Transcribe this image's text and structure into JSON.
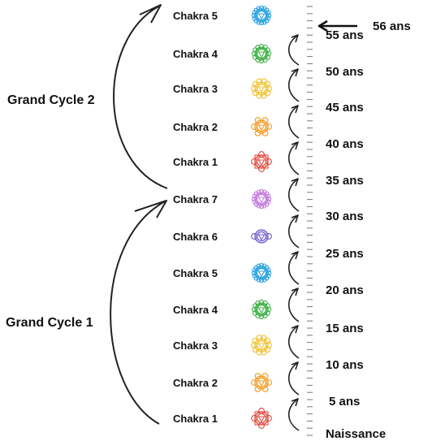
{
  "cycles": [
    {
      "label": "Grand Cycle 2"
    },
    {
      "label": "Grand Cycle 1"
    }
  ],
  "chakras": [
    {
      "label": "Chakra 5",
      "color": "#29a3e0",
      "icon": "throat-chakra-icon"
    },
    {
      "label": "Chakra 4",
      "color": "#3cb043",
      "icon": "heart-chakra-icon"
    },
    {
      "label": "Chakra 3",
      "color": "#f2c230",
      "icon": "solar-plexus-chakra-icon"
    },
    {
      "label": "Chakra 2",
      "color": "#f29a1f",
      "icon": "sacral-chakra-icon"
    },
    {
      "label": "Chakra 1",
      "color": "#e5483f",
      "icon": "root-chakra-icon"
    },
    {
      "label": "Chakra 7",
      "color": "#c77fe0",
      "icon": "crown-chakra-icon"
    },
    {
      "label": "Chakra 6",
      "color": "#6a5acd",
      "icon": "third-eye-chakra-icon"
    },
    {
      "label": "Chakra 5",
      "color": "#29a3e0",
      "icon": "throat-chakra-icon"
    },
    {
      "label": "Chakra 4",
      "color": "#3cb043",
      "icon": "heart-chakra-icon"
    },
    {
      "label": "Chakra 3",
      "color": "#f2c230",
      "icon": "solar-plexus-chakra-icon"
    },
    {
      "label": "Chakra 2",
      "color": "#f29a1f",
      "icon": "sacral-chakra-icon"
    },
    {
      "label": "Chakra 1",
      "color": "#e5483f",
      "icon": "root-chakra-icon"
    }
  ],
  "ages": [
    "55 ans",
    "50 ans",
    "45 ans",
    "40 ans",
    "35 ans",
    "30 ans",
    "25 ans",
    "20 ans",
    "15 ans",
    "10 ans",
    "5 ans",
    "Naissance"
  ],
  "current_age_label": "56 ans"
}
